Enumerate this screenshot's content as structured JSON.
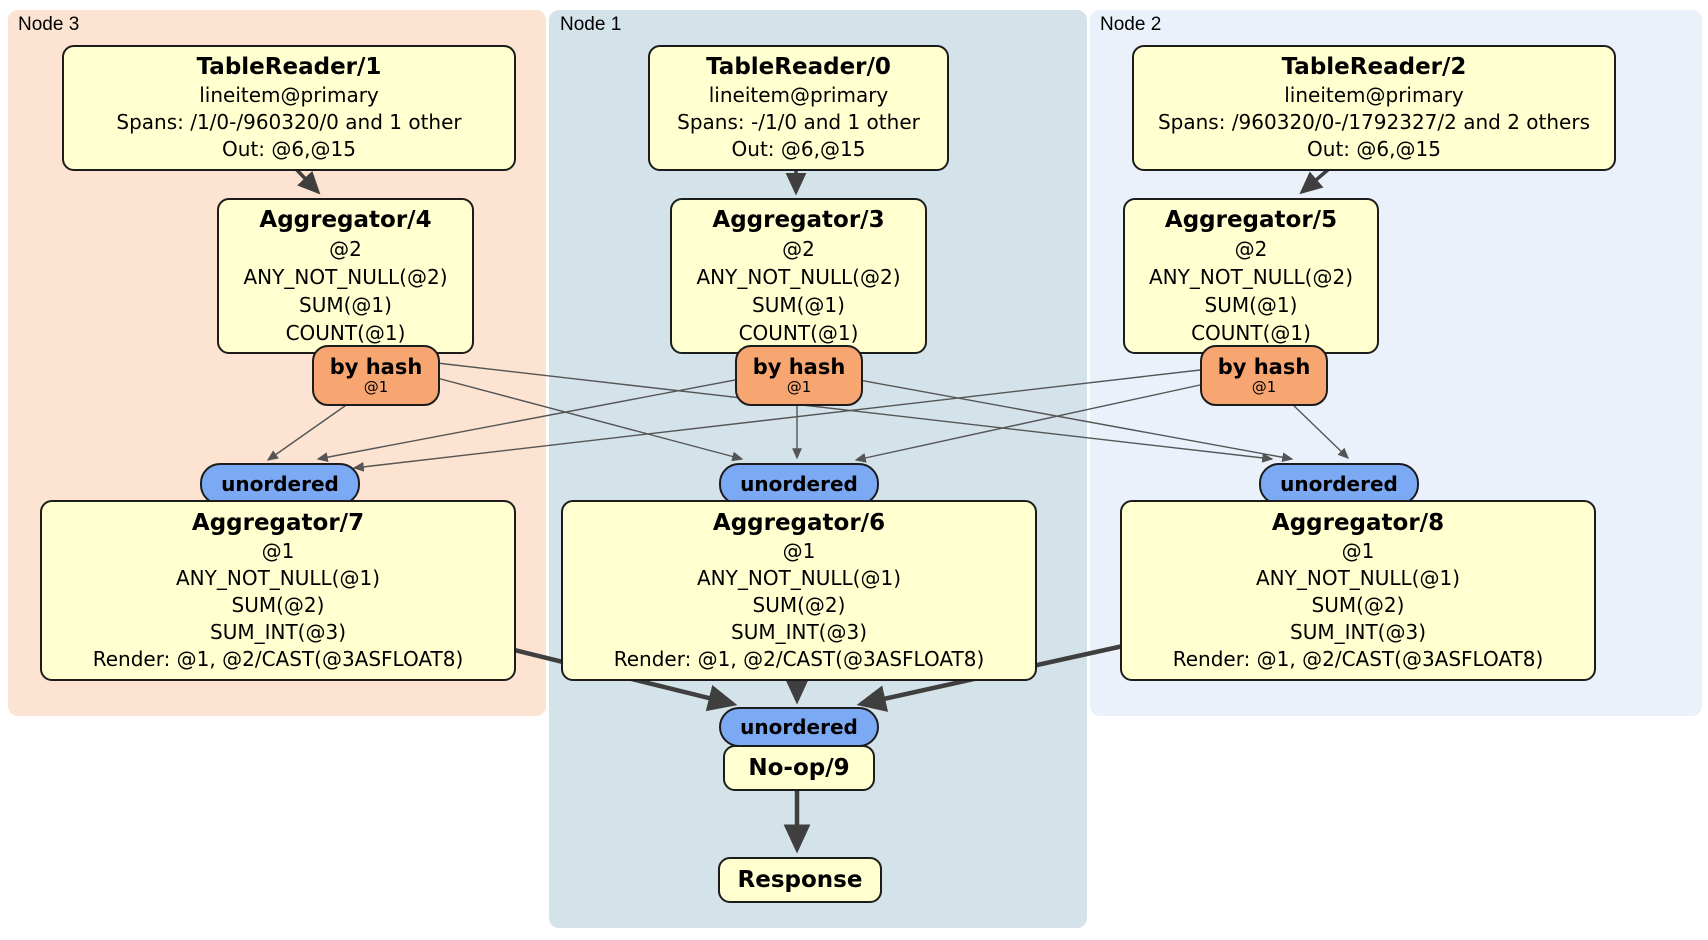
{
  "regions": {
    "node3": {
      "label": "Node 3"
    },
    "node1": {
      "label": "Node 1"
    },
    "node2": {
      "label": "Node 2"
    }
  },
  "processors": {
    "tablereader1": {
      "title": "TableReader/1",
      "lines": [
        "lineitem@primary",
        "Spans: /1/0-/960320/0 and 1 other",
        "Out: @6,@15"
      ]
    },
    "tablereader0": {
      "title": "TableReader/0",
      "lines": [
        "lineitem@primary",
        "Spans: -/1/0 and 1 other",
        "Out: @6,@15"
      ]
    },
    "tablereader2": {
      "title": "TableReader/2",
      "lines": [
        "lineitem@primary",
        "Spans: /960320/0-/1792327/2 and 2 others",
        "Out: @6,@15"
      ]
    },
    "aggregator4": {
      "title": "Aggregator/4",
      "lines": [
        "@2",
        "ANY_NOT_NULL(@2)",
        "SUM(@1)",
        "COUNT(@1)"
      ]
    },
    "aggregator3": {
      "title": "Aggregator/3",
      "lines": [
        "@2",
        "ANY_NOT_NULL(@2)",
        "SUM(@1)",
        "COUNT(@1)"
      ]
    },
    "aggregator5": {
      "title": "Aggregator/5",
      "lines": [
        "@2",
        "ANY_NOT_NULL(@2)",
        "SUM(@1)",
        "COUNT(@1)"
      ]
    },
    "aggregator7": {
      "title": "Aggregator/7",
      "lines": [
        "@1",
        "ANY_NOT_NULL(@1)",
        "SUM(@2)",
        "SUM_INT(@3)",
        "Render: @1, @2/CAST(@3ASFLOAT8)"
      ]
    },
    "aggregator6": {
      "title": "Aggregator/6",
      "lines": [
        "@1",
        "ANY_NOT_NULL(@1)",
        "SUM(@2)",
        "SUM_INT(@3)",
        "Render: @1, @2/CAST(@3ASFLOAT8)"
      ]
    },
    "aggregator8": {
      "title": "Aggregator/8",
      "lines": [
        "@1",
        "ANY_NOT_NULL(@1)",
        "SUM(@2)",
        "SUM_INT(@3)",
        "Render: @1, @2/CAST(@3ASFLOAT8)"
      ]
    },
    "noop9": {
      "title": "No-op/9"
    },
    "response": {
      "title": "Response"
    }
  },
  "routers": {
    "byhash": {
      "label": "by hash",
      "sublabel": "@1"
    },
    "sync": {
      "label": "unordered"
    }
  },
  "colors": {
    "node3_band": "#fce3d2",
    "node1_band": "#d4e2ea",
    "node2_band": "#eaf1fa",
    "processor_fill": "#ffffd0",
    "byhash_fill": "#f7a571",
    "sync_fill": "#7ca9f3",
    "border": "#1c1c1c",
    "edge_thin": "#555555",
    "edge_thick": "#3f3f3f"
  }
}
